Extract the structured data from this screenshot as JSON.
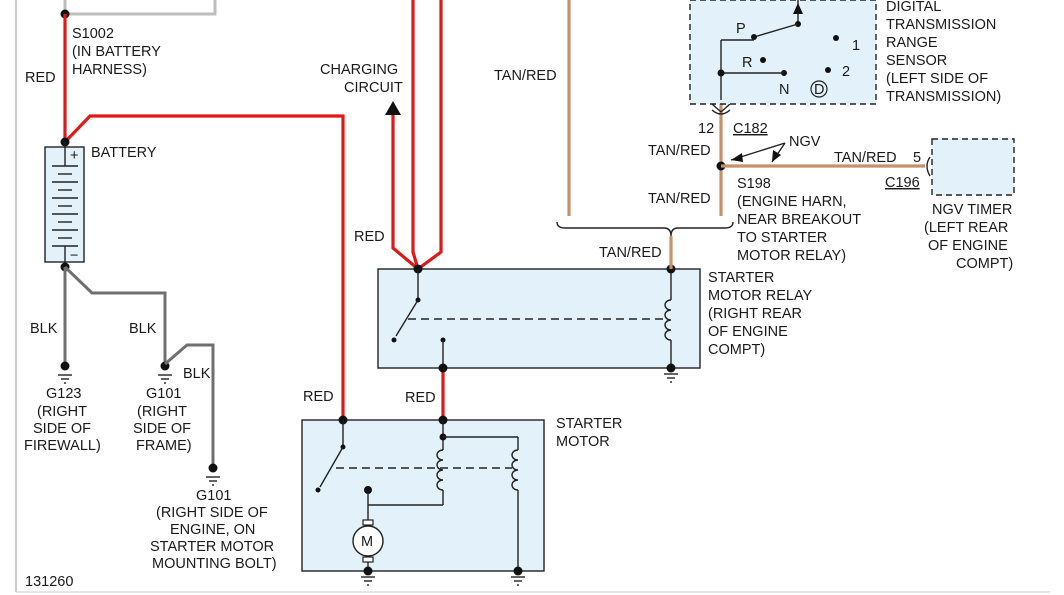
{
  "splice_s1002": {
    "id": "S1002",
    "location": "(IN BATTERY",
    "location2": "HARNESS)"
  },
  "battery": {
    "label": "BATTERY",
    "plus": "+",
    "minus": "−"
  },
  "wires": {
    "red_battery": "RED",
    "blk_g123": "BLK",
    "blk_g101_frame": "BLK",
    "blk_g101_engine": "BLK",
    "red_relay_in": "RED",
    "red_motor_feed": "RED",
    "red_relay_motor": "RED",
    "tan_red_top": "TAN/RED",
    "tan_red_c182": "TAN/RED",
    "tan_red_s198_down": "TAN/RED",
    "tan_red_relay": "TAN/RED",
    "tan_red_timer": "TAN/RED"
  },
  "charging": {
    "line1": "CHARGING",
    "line2": "CIRCUIT"
  },
  "grounds": {
    "g123": {
      "id": "G123",
      "l1": "(RIGHT",
      "l2": "SIDE OF",
      "l3": "FIREWALL)"
    },
    "g101_frame": {
      "id": "G101",
      "l1": "(RIGHT",
      "l2": "SIDE OF",
      "l3": "FRAME)"
    },
    "g101_engine": {
      "id": "G101",
      "l1": "(RIGHT SIDE OF",
      "l2": "ENGINE, ON",
      "l3": "STARTER MOTOR",
      "l4": "MOUNTING BOLT)"
    }
  },
  "relay": {
    "l1": "STARTER",
    "l2": "MOTOR RELAY",
    "l3": "(RIGHT REAR",
    "l4": "OF ENGINE",
    "l5": "COMPT)"
  },
  "motor": {
    "l1": "STARTER",
    "l2": "MOTOR",
    "symbol": "M"
  },
  "sensor": {
    "l1": "DIGITAL",
    "l2": "TRANSMISSION",
    "l3": "RANGE",
    "l4": "SENSOR",
    "l5": "(LEFT SIDE OF",
    "l6": "TRANSMISSION)",
    "pos_p": "P",
    "pos_r": "R",
    "pos_n": "N",
    "pos_d": "D",
    "pos_1": "1",
    "pos_2": "2"
  },
  "connector_c182": {
    "pin": "12",
    "id": "C182"
  },
  "splice_s198": {
    "variant": "NGV",
    "id": "S198",
    "l1": "(ENGINE HARN,",
    "l2": "NEAR BREAKOUT",
    "l3": "TO STARTER",
    "l4": "MOTOR RELAY)"
  },
  "ngv_timer": {
    "pin": "5",
    "connector": "C196",
    "l1": "NGV TIMER",
    "l2": "(LEFT REAR",
    "l3": "OF ENGINE",
    "l4": "COMPT)"
  },
  "figure_number": "131260"
}
